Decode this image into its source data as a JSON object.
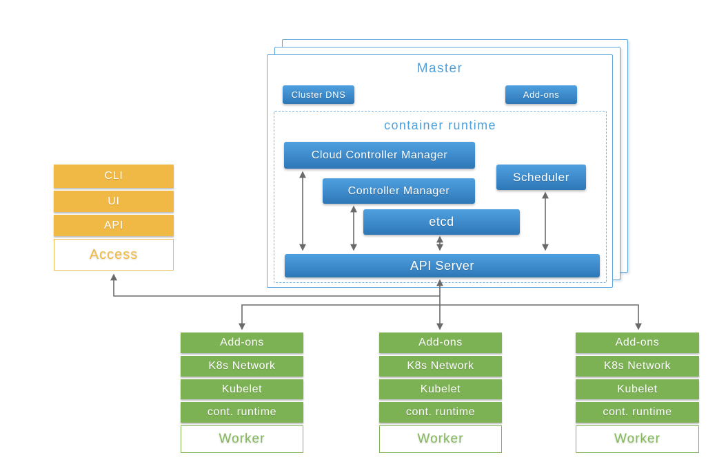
{
  "colors": {
    "blue_gradient_top": "#4FA0E0",
    "blue_gradient_bottom": "#2E77B7",
    "blue_border": "#5CA6DE",
    "blue_title_text": "#4FA1DC",
    "dashed_border": "#76B4E3",
    "orange_fill": "#F0B845",
    "orange_text": "#EFBA45",
    "green_fill": "#7CB254",
    "green_text": "#85B95D",
    "arrow_gray": "#6A6A6A",
    "box_text": "#FFFFFF"
  },
  "master": {
    "title": "Master",
    "badges": {
      "cluster_dns": "Cluster DNS",
      "addons": "Add-ons"
    },
    "runtime": {
      "title": "container runtime",
      "cloud_controller_manager": "Cloud Controller Manager",
      "controller_manager": "Controller Manager",
      "scheduler": "Scheduler",
      "etcd": "etcd",
      "api_server": "API Server"
    }
  },
  "access": {
    "items": [
      "CLI",
      "UI",
      "API"
    ],
    "label": "Access"
  },
  "workers": [
    {
      "rows": [
        "Add-ons",
        "K8s Network",
        "Kubelet",
        "cont. runtime"
      ],
      "label": "Worker"
    },
    {
      "rows": [
        "Add-ons",
        "K8s Network",
        "Kubelet",
        "cont. runtime"
      ],
      "label": "Worker"
    },
    {
      "rows": [
        "Add-ons",
        "K8s Network",
        "Kubelet",
        "cont. runtime"
      ],
      "label": "Worker"
    }
  ]
}
